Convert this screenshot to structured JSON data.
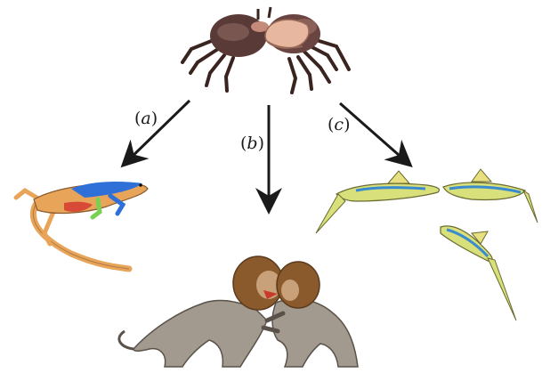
{
  "labels": {
    "a": {
      "open": "(",
      "letter": "a",
      "close": ")"
    },
    "b": {
      "open": "(",
      "letter": "b",
      "close": ")"
    },
    "c": {
      "open": "(",
      "letter": "c",
      "close": ")"
    }
  },
  "illustrations": {
    "top": "fiddler-crabs-fighting",
    "left": "lizard",
    "center": "lions-fighting",
    "right": "swordtail-fish"
  },
  "colors": {
    "arrow": "#1a1a1a",
    "crab_shell": "#5a3a36",
    "crab_claw": "#e8b7a0",
    "lizard_blue": "#2f6fd8",
    "lizard_orange": "#e8a55a",
    "lion_body": "#a39a8f",
    "lion_mane": "#8a5a2c",
    "fish_yellow": "#d7e07a"
  }
}
